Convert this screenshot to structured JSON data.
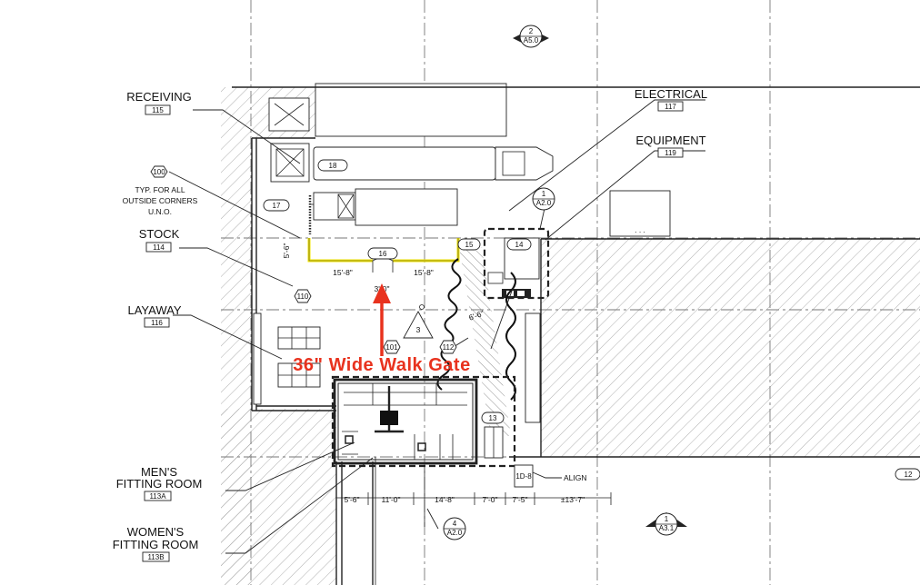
{
  "rooms": {
    "receiving": {
      "name": "RECEIVING",
      "num": "115"
    },
    "electrical": {
      "name": "ELECTRICAL",
      "num": "117"
    },
    "equipment": {
      "name": "EQUIPMENT",
      "num": "119"
    },
    "stock": {
      "name": "STOCK",
      "num": "114"
    },
    "layaway": {
      "name": "LAYAWAY",
      "num": "116"
    },
    "mens": {
      "name_1": "MEN'S",
      "name_2": "FITTING ROOM",
      "num": "113A"
    },
    "womens": {
      "name_1": "WOMEN'S",
      "name_2": "FITTING ROOM",
      "num": "113B"
    }
  },
  "notes": {
    "typ_1": "TYP. FOR ALL",
    "typ_2": "OUTSIDE CORNERS",
    "typ_3": "U.N.O.",
    "align": "ALIGN",
    "dots": ". . ."
  },
  "tags": {
    "t100": "100",
    "t101": "101",
    "t110": "110",
    "t112": "112",
    "t12": "12",
    "t13": "13",
    "t14": "14",
    "t15": "15",
    "t16": "16",
    "t17": "17",
    "t18": "18",
    "t1d8": "1D-8",
    "t3": "3"
  },
  "section_markers": [
    {
      "num": "2",
      "sheet": "A5.0"
    },
    {
      "num": "1",
      "sheet": "A2.0"
    },
    {
      "num": "4",
      "sheet": "A2.0"
    },
    {
      "num": "1",
      "sheet": "A3.1"
    }
  ],
  "dimensions": {
    "d_5_6_v": "5'-6\"",
    "d_15_8_a": "15'-8\"",
    "d_15_8_b": "15'-8\"",
    "d_3_0": "3'-0\"",
    "d_6_6": "6'-6\"",
    "row": [
      "5'-6\"",
      "11'-0\"",
      "14'-8\"",
      "7'-0\"",
      "7'-5\"",
      "±13'-7\""
    ]
  },
  "callout": {
    "text": "36\" Wide Walk Gate",
    "color": "#e8321e"
  },
  "colors": {
    "highlight": "#f2e400",
    "annotation": "#e8321e"
  }
}
